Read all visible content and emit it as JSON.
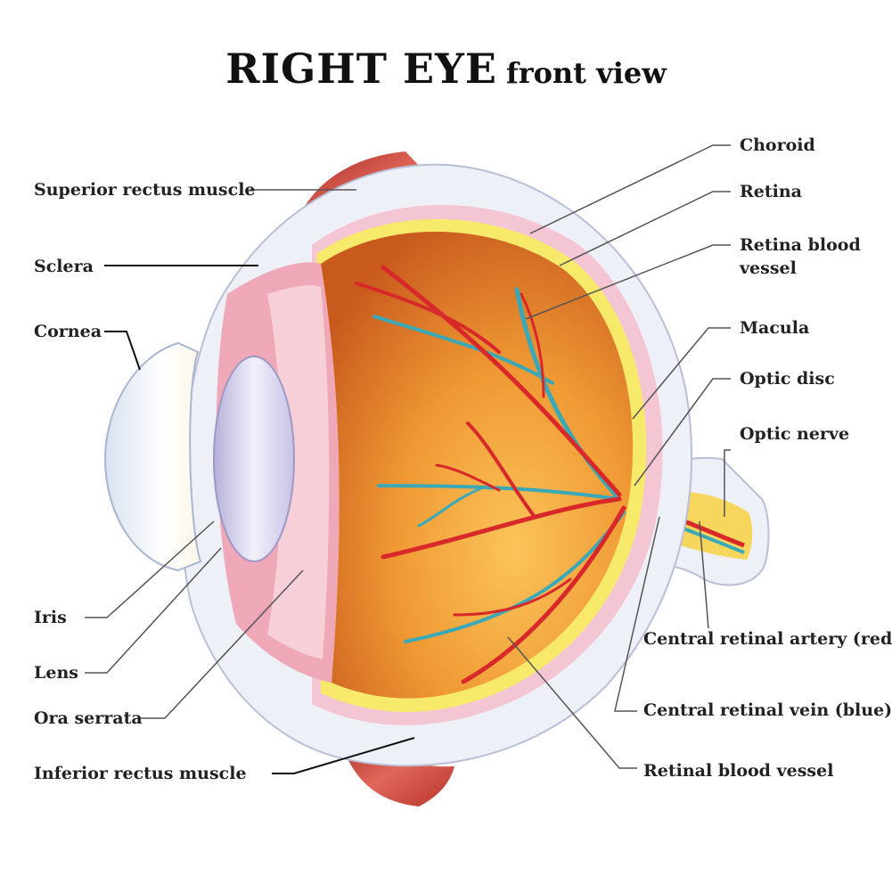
{
  "title": {
    "main": "RIGHT EYE",
    "sub": "front  view"
  },
  "labels": {
    "superior_rectus": "Superior rectus muscle",
    "sclera": "Sclera",
    "cornea": "Cornea",
    "iris": "Iris",
    "lens": "Lens",
    "ora_serrata": "Ora serrata",
    "inferior_rectus": "Inferior rectus muscle",
    "choroid": "Choroid",
    "retina": "Retina",
    "retina_blood_vessel_line1": "Retina blood",
    "retina_blood_vessel_line2": "vessel",
    "macula": "Macula",
    "optic_disc": "Optic disc",
    "optic_nerve": "Optic nerve",
    "central_artery": "Central retinal artery (red)",
    "central_vein": "Central retinal vein (blue)",
    "retinal_blood_vessel": "Retinal blood vessel"
  },
  "colors": {
    "sclera": "#eef0f8",
    "choroid": "#f4c6d4",
    "retina": "#f7e96a",
    "vitreous": "#e8862e",
    "artery": "#d8282a",
    "vein": "#39a9b8",
    "muscle": "#c9403a"
  }
}
